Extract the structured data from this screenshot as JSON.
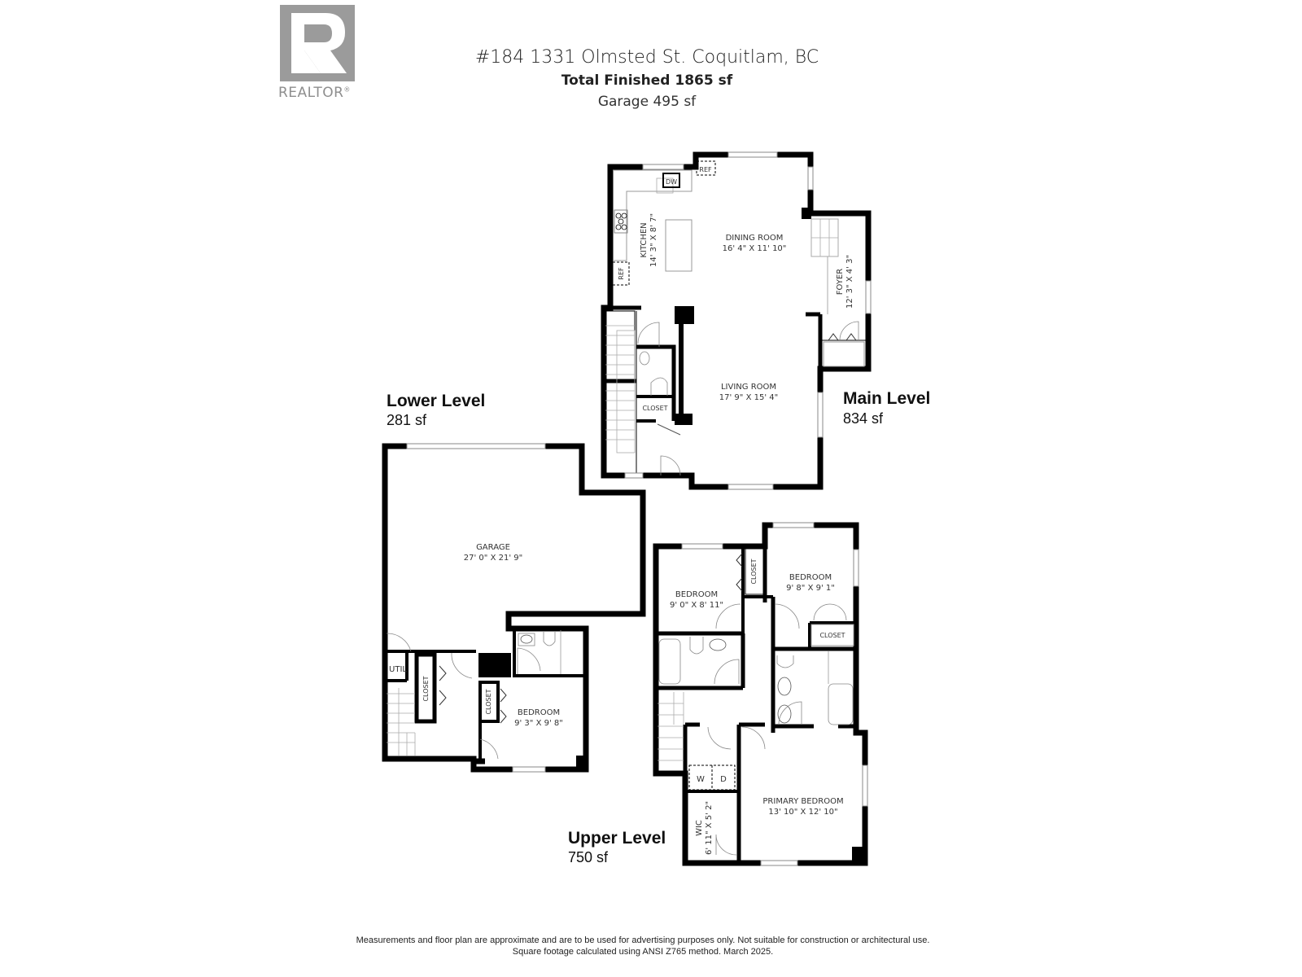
{
  "logo": {
    "letter": "R",
    "text": "REALTOR",
    "mark": "®"
  },
  "header": {
    "address": "#184 1331 Olmsted St. Coquitlam, BC",
    "total_finished": "Total Finished  1865 sf",
    "garage": "Garage 495 sf"
  },
  "levels": {
    "main": {
      "name": "Main Level",
      "sf": "834 sf"
    },
    "lower": {
      "name": "Lower Level",
      "sf": "281 sf"
    },
    "upper": {
      "name": "Upper Level",
      "sf": "750 sf"
    }
  },
  "rooms": {
    "kitchen": {
      "name": "KITCHEN",
      "dims": "14' 3\" X 8' 7\""
    },
    "dining": {
      "name": "DINING ROOM",
      "dims": "16' 4\" X 11' 10\""
    },
    "foyer": {
      "name": "FOYER",
      "dims": "12' 3\" X 4' 3\""
    },
    "living": {
      "name": "LIVING ROOM",
      "dims": "17' 9\" X 15' 4\""
    },
    "main_closet": {
      "name": "CLOSET"
    },
    "garage": {
      "name": "GARAGE",
      "dims": "27' 0\" X 21' 9\""
    },
    "util": {
      "name": "UTIL"
    },
    "lower_closet_1": {
      "name": "CLOSET"
    },
    "lower_closet_2": {
      "name": "CLOSET"
    },
    "lower_bedroom": {
      "name": "BEDROOM",
      "dims": "9' 3\" X 9' 8\""
    },
    "bedroom_2": {
      "name": "BEDROOM",
      "dims": "9' 0\" X 8' 11\""
    },
    "bedroom_3": {
      "name": "BEDROOM",
      "dims": "9' 8\" X 9' 1\""
    },
    "upper_closet_1": {
      "name": "CLOSET"
    },
    "upper_closet_2": {
      "name": "CLOSET"
    },
    "primary": {
      "name": "PRIMARY BEDROOM",
      "dims": "13' 10\" X 12' 10\""
    },
    "wic": {
      "name": "WIC",
      "dims": "6' 11\" X 5' 2\""
    }
  },
  "appliances": {
    "ref": "REF",
    "dw": "DW",
    "washer": "W",
    "dryer": "D"
  },
  "footer": {
    "line1": "Measurements and floor plan are approximate and are to be used for advertising purposes only. Not suitable for construction or architectural use.",
    "line2": "Square footage calculated using ANSI Z765 method. March 2025."
  }
}
